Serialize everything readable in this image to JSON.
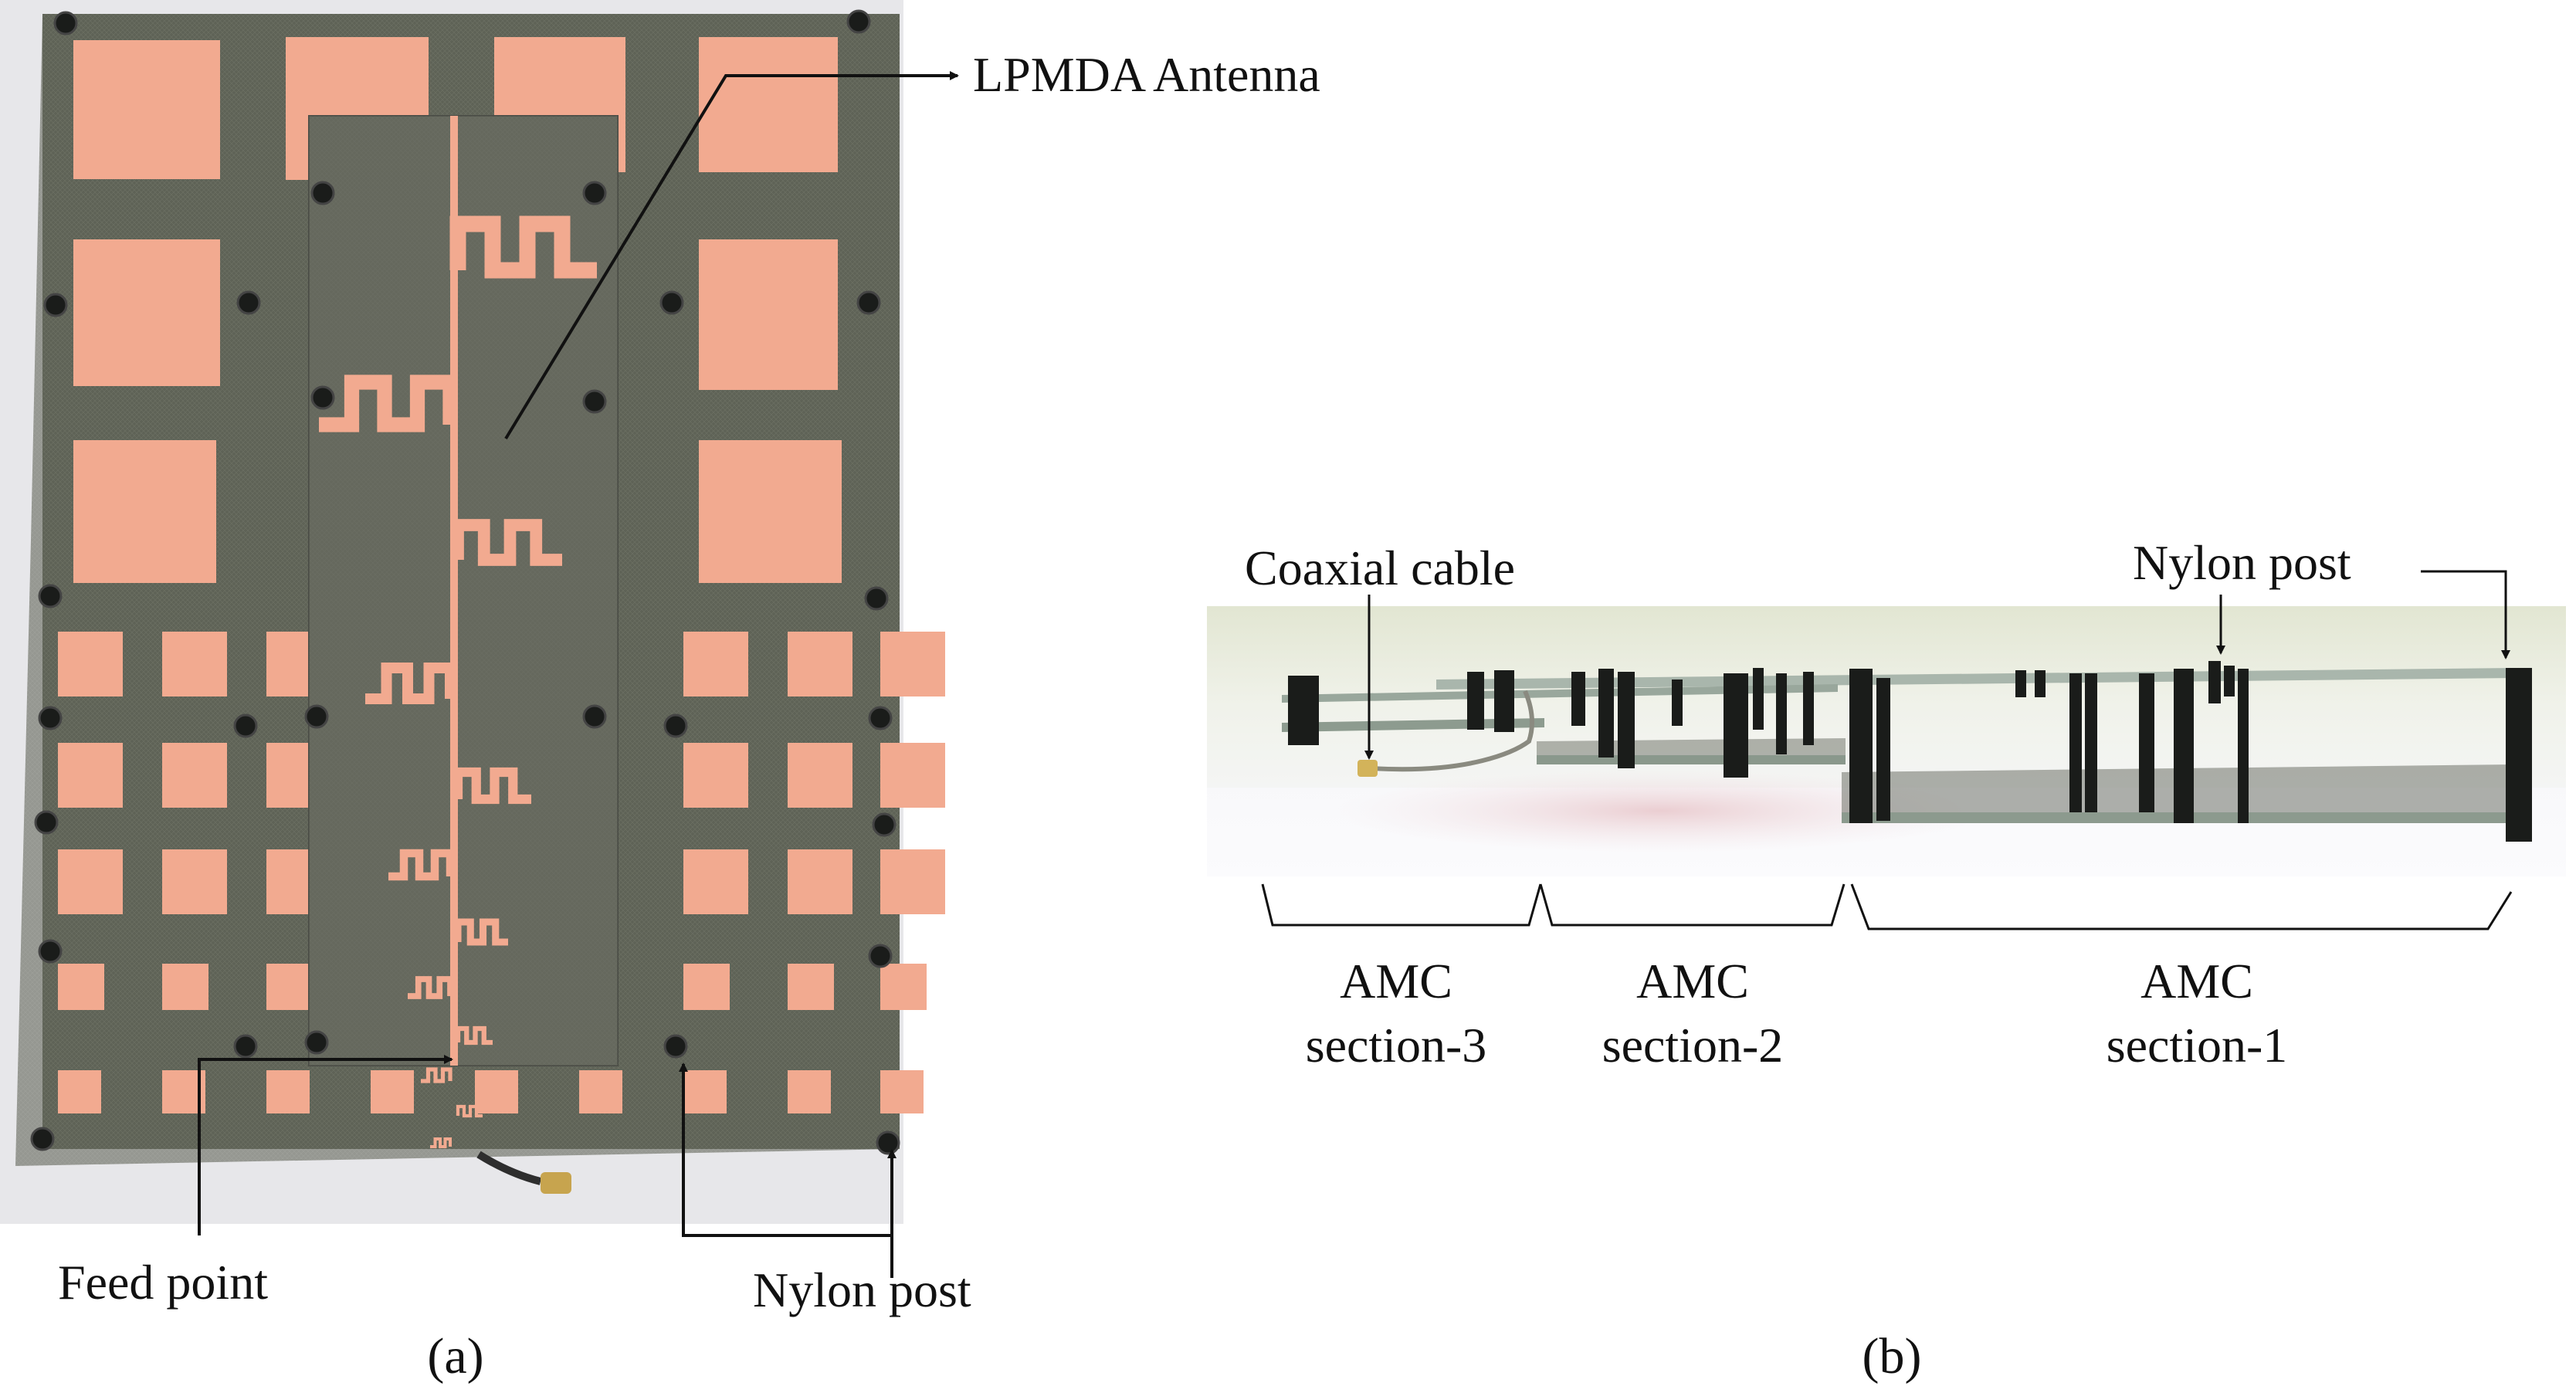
{
  "panel_a": {
    "antenna_label": "LPMDA Antenna",
    "feed_label": "Feed point",
    "post_label": "Nylon post",
    "caption": "(a)"
  },
  "panel_b": {
    "coax_label": "Coaxial cable",
    "post_label": "Nylon post",
    "sections": [
      {
        "line1": "AMC",
        "line2": "section-3"
      },
      {
        "line1": "AMC",
        "line2": "section-2"
      },
      {
        "line1": "AMC",
        "line2": "section-1"
      }
    ],
    "caption": "(b)"
  },
  "colors": {
    "substrate": "#5e6256",
    "copper": "#f2aa90",
    "post": "#1a1c1a",
    "photo_bg": "#e8eadc"
  }
}
